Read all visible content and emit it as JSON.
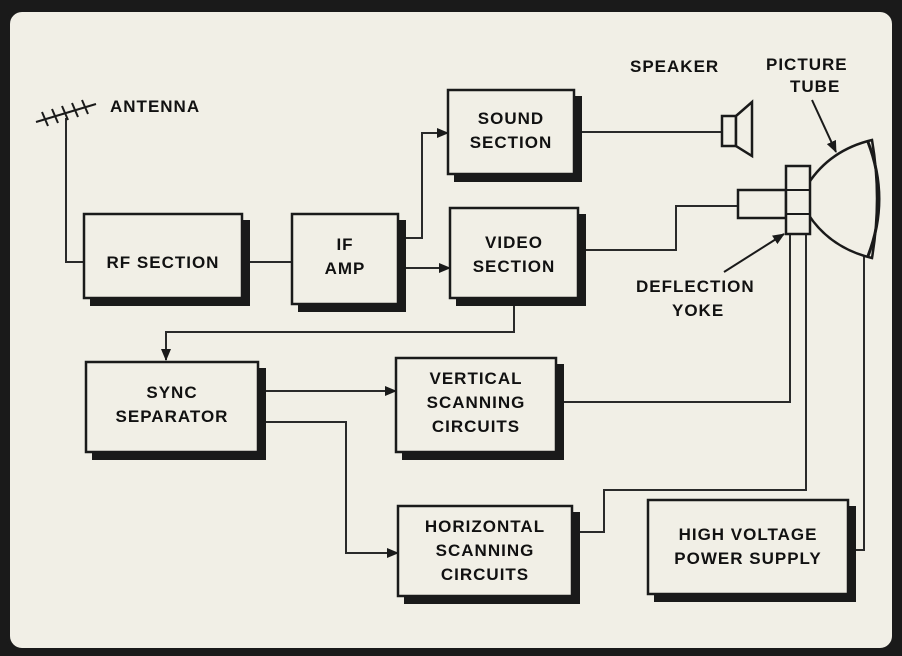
{
  "blocks": {
    "rf": "RF SECTION",
    "if_line1": "IF",
    "if_line2": "AMP",
    "sound_line1": "SOUND",
    "sound_line2": "SECTION",
    "video_line1": "VIDEO",
    "video_line2": "SECTION",
    "sync_line1": "SYNC",
    "sync_line2": "SEPARATOR",
    "vert_line1": "VERTICAL",
    "vert_line2": "SCANNING",
    "vert_line3": "CIRCUITS",
    "horiz_line1": "HORIZONTAL",
    "horiz_line2": "SCANNING",
    "horiz_line3": "CIRCUITS",
    "hv_line1": "HIGH VOLTAGE",
    "hv_line2": "POWER SUPPLY"
  },
  "labels": {
    "antenna": "ANTENNA",
    "speaker": "SPEAKER",
    "picture_tube_line1": "PICTURE",
    "picture_tube_line2": "TUBE",
    "yoke_line1": "DEFLECTION",
    "yoke_line2": "YOKE"
  },
  "colors": {
    "background": "#f1efe6",
    "frame": "#1a1a1a",
    "ink": "#111111"
  }
}
